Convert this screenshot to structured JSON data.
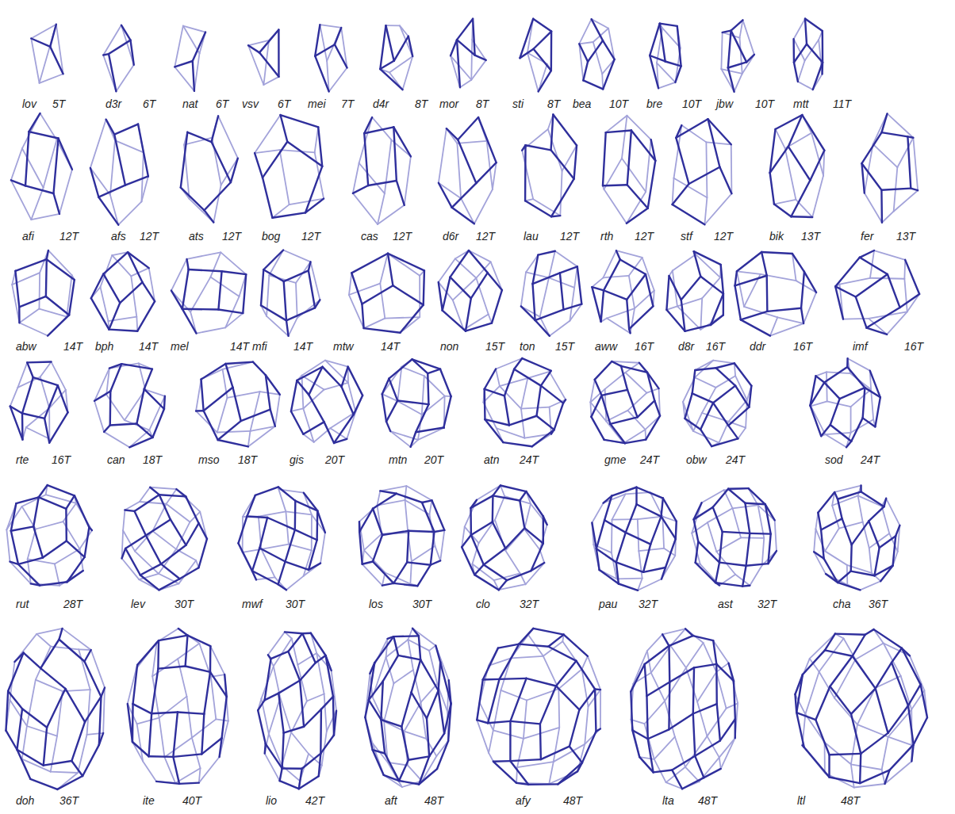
{
  "diagram": {
    "labels": [
      "lov",
      "5T",
      "d3r",
      "6T",
      "nat",
      "6T",
      "vsv",
      "6T",
      "mei",
      "7T",
      "d4r",
      "8T",
      "mor",
      "8T",
      "sti",
      "8T",
      "bea",
      "10T",
      "bre",
      "10T",
      "jbw",
      "10T",
      "mtt",
      "11T",
      "afi",
      "12T",
      "afs",
      "12T",
      "ats",
      "12T",
      "bog",
      "12T",
      "cas",
      "12T",
      "d6r",
      "12T",
      "lau",
      "12T",
      "rth",
      "12T",
      "stf",
      "12T",
      "bik",
      "13T",
      "fer",
      "13T",
      "abw",
      "14T",
      "bph",
      "14T",
      "mel",
      "14T",
      "mfi",
      "14T",
      "mtw",
      "14T",
      "non",
      "15T",
      "ton",
      "15T",
      "aww",
      "16T",
      "d8r",
      "16T",
      "ddr",
      "16T",
      "imf",
      "16T",
      "rte",
      "16T",
      "can",
      "18T",
      "mso",
      "18T",
      "gis",
      "20T",
      "mtn",
      "20T",
      "atn",
      "24T",
      "gme",
      "24T",
      "obw",
      "24T",
      "sod",
      "24T",
      "rut",
      "28T",
      "lev",
      "30T",
      "mwf",
      "30T",
      "los",
      "30T",
      "clo",
      "32T",
      "pau",
      "32T",
      "ast",
      "32T",
      "cha",
      "36T",
      "doh",
      "36T",
      "ite",
      "40T",
      "lio",
      "42T",
      "aft",
      "48T",
      "afy",
      "48T",
      "lta",
      "48T",
      "ltl",
      "48T"
    ]
  }
}
